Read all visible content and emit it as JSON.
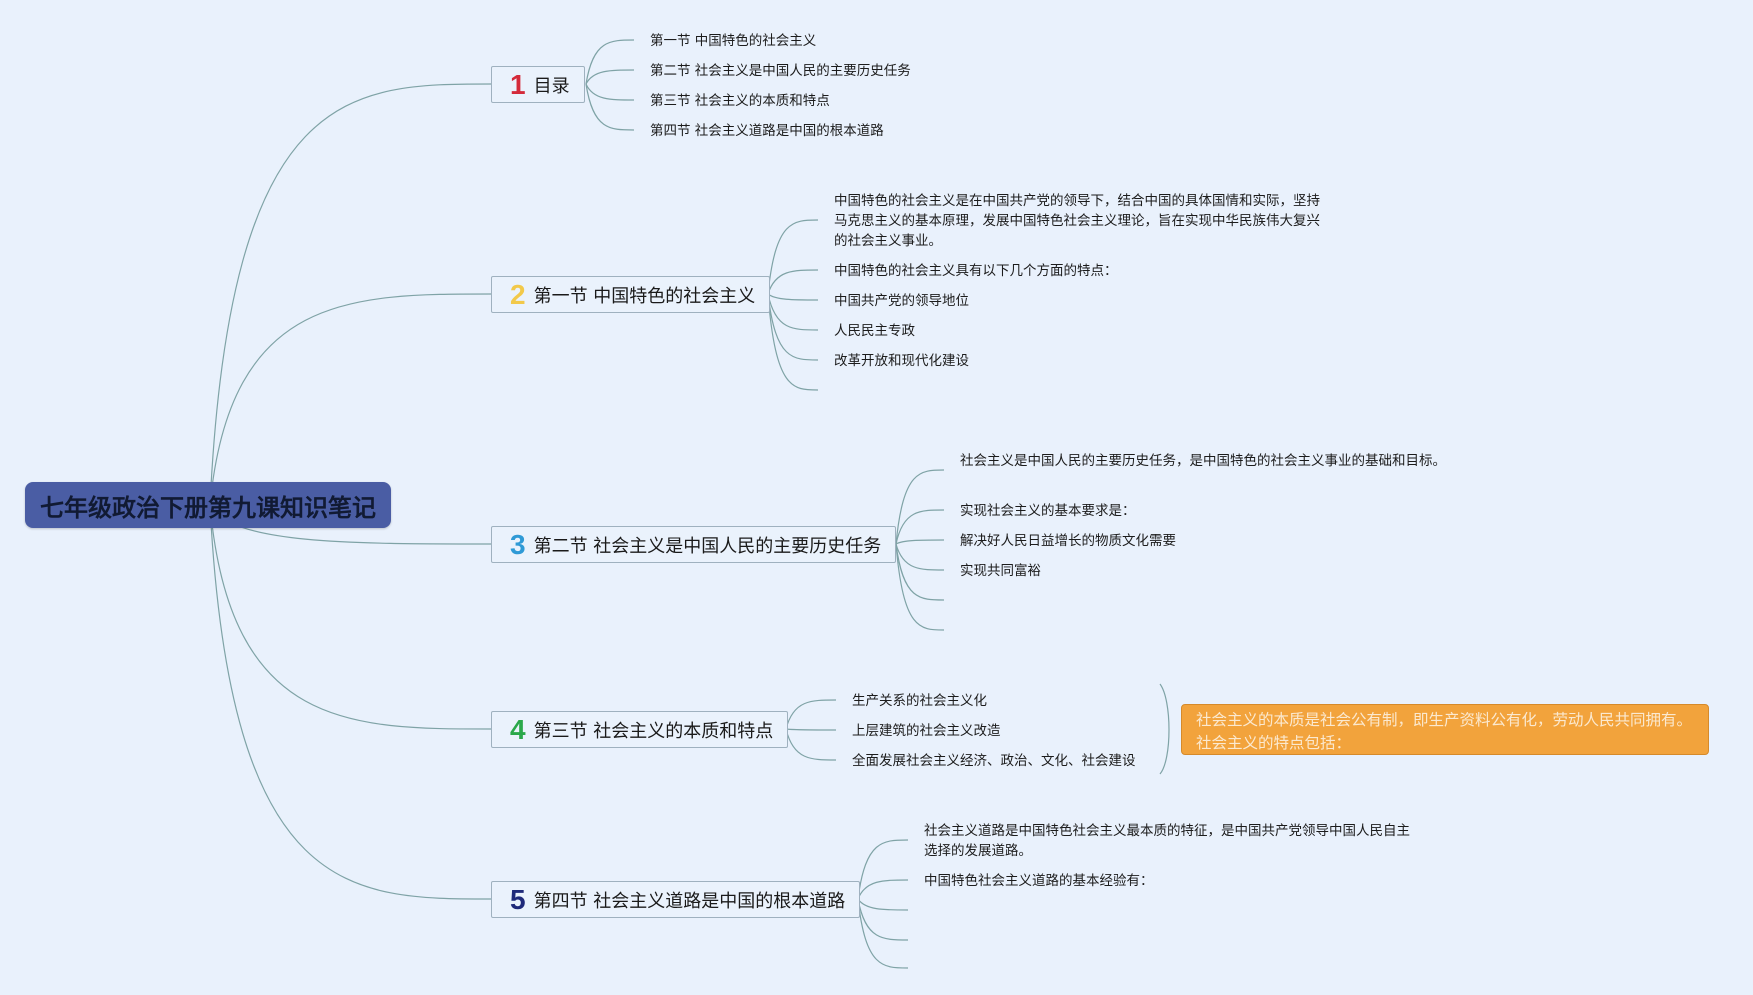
{
  "root": {
    "label": "七年级政治下册第九课知识笔记"
  },
  "branches": [
    {
      "number": "1",
      "number_color": "#d42a3a",
      "label": "目录",
      "items": [
        "第一节 中国特色的社会主义",
        "第二节 社会主义是中国人民的主要历史任务",
        "第三节 社会主义的本质和特点",
        "第四节 社会主义道路是中国的根本道路"
      ]
    },
    {
      "number": "2",
      "number_color": "#f2c94a",
      "label": "第一节 中国特色的社会主义",
      "items": [
        "中国特色的社会主义是在中国共产党的领导下，结合中国的具体国情和实际，坚持马克思主义的基本原理，发展中国特色社会主义理论，旨在实现中华民族伟大复兴的社会主义事业。",
        "中国特色的社会主义具有以下几个方面的特点：",
        "中国共产党的领导地位",
        "人民民主专政",
        "改革开放和现代化建设"
      ]
    },
    {
      "number": "3",
      "number_color": "#2f9ad6",
      "label": "第二节 社会主义是中国人民的主要历史任务",
      "items": [
        "社会主义是中国人民的主要历史任务，是中国特色的社会主义事业的基础和目标。",
        "实现社会主义的基本要求是：",
        "解决好人民日益增长的物质文化需要",
        "实现共同富裕"
      ]
    },
    {
      "number": "4",
      "number_color": "#2aa84a",
      "label": "第三节 社会主义的本质和特点",
      "items": [
        "生产关系的社会主义化",
        "上层建筑的社会主义改造",
        "全面发展社会主义经济、政治、文化、社会建设"
      ],
      "callout": "社会主义的本质是社会公有制，即生产资料公有化，劳动人民共同拥有。社会主义的特点包括："
    },
    {
      "number": "5",
      "number_color": "#1f2a7a",
      "label": "第四节 社会主义道路是中国的根本道路",
      "items": [
        "社会主义道路是中国特色社会主义最本质的特征，是中国共产党领导中国人民自主选择的发展道路。",
        "中国特色社会主义道路的基本经验有："
      ]
    }
  ],
  "colors": {
    "background": "#e9f1fc",
    "root_fill": "#4a5da4",
    "link": "#7fa3a6",
    "callout_fill": "#f2a33c"
  }
}
